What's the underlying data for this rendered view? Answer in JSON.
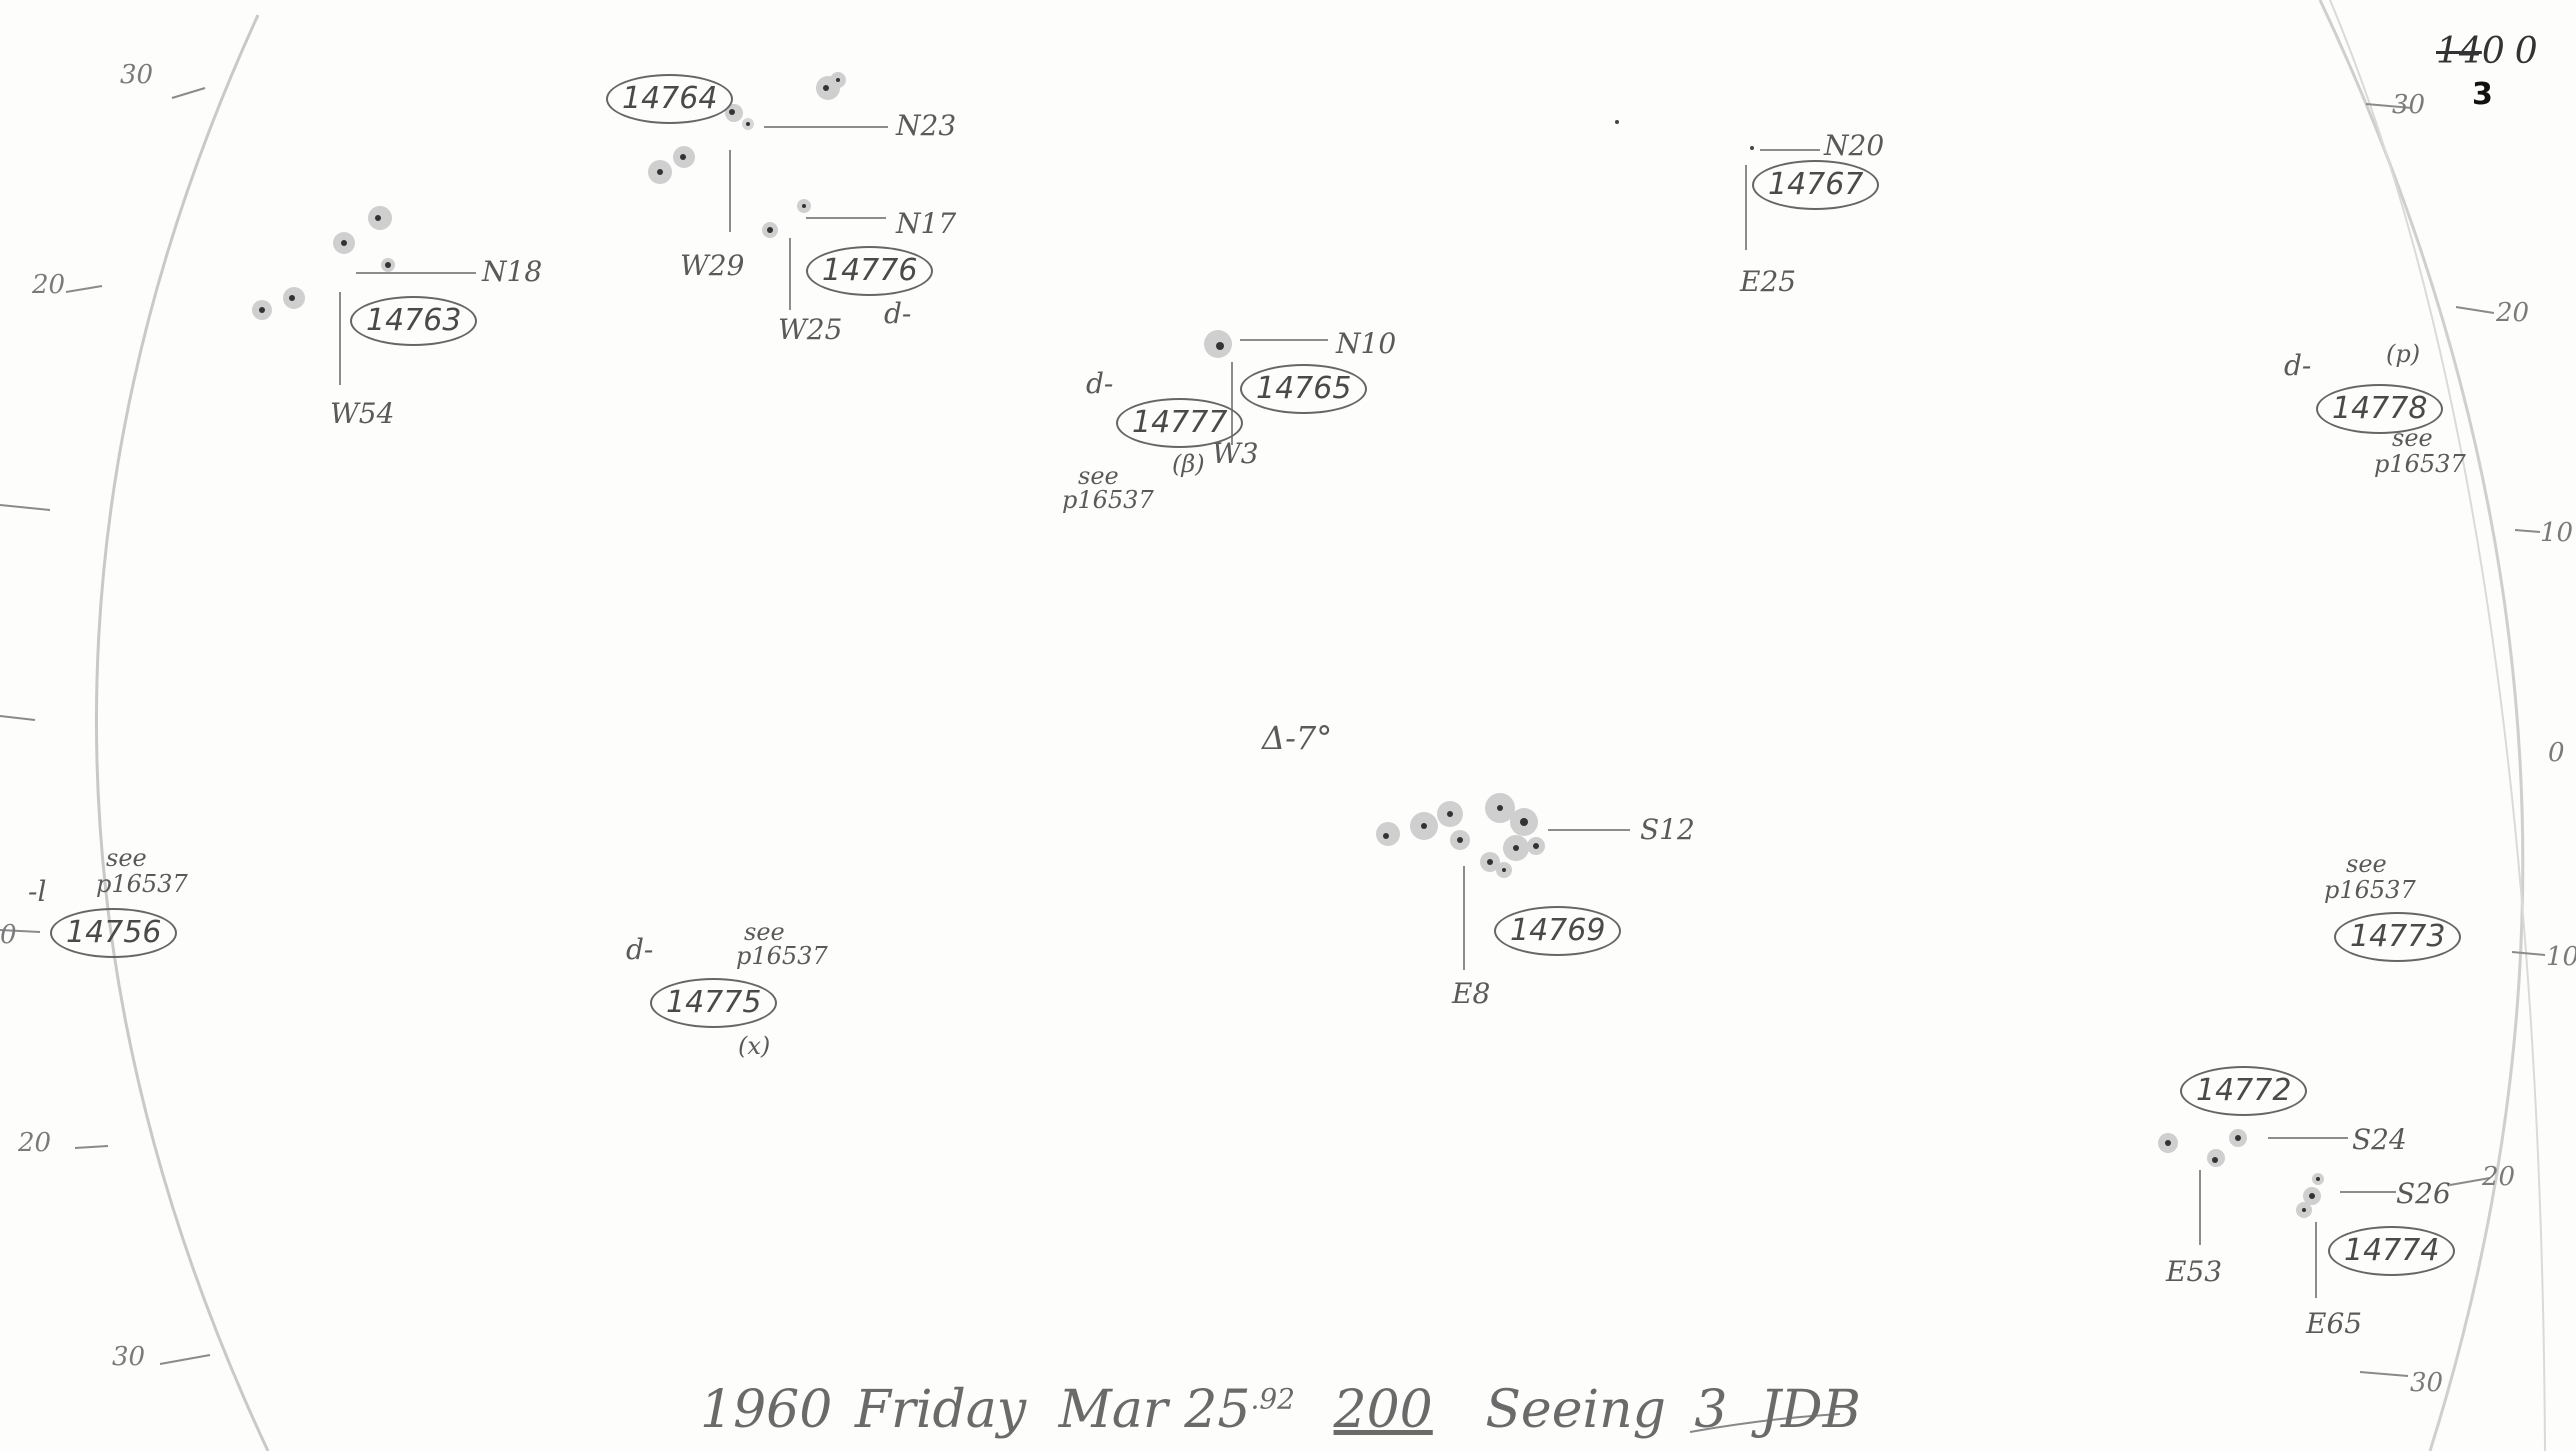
{
  "plate_number": {
    "crossed": "14",
    "main": "00",
    "sub": "3"
  },
  "limb_ticks_left": [
    "30",
    "20",
    "0",
    "20",
    "30"
  ],
  "limb_ticks_right": [
    "30",
    "20",
    "10",
    "0",
    "10",
    "20",
    "30"
  ],
  "regions": [
    {
      "id": "14764",
      "coords": [
        "N23",
        "W29"
      ]
    },
    {
      "id": "14776",
      "coords": [
        "N17",
        "W25"
      ],
      "note": "d-"
    },
    {
      "id": "14763",
      "coords": [
        "N18",
        "W54"
      ]
    },
    {
      "id": "14767",
      "coords": [
        "N20",
        "E25"
      ]
    },
    {
      "id": "14765",
      "coords": [
        "N10",
        "W3"
      ]
    },
    {
      "id": "14777",
      "note": "d-",
      "see": "see",
      "ref": "p16537",
      "class": "(β)"
    },
    {
      "id": "14778",
      "note": "d-",
      "see": "see",
      "ref": "p16537",
      "class": "(p)"
    },
    {
      "id": "14756",
      "note": "-l",
      "see": "see",
      "ref": "p16537"
    },
    {
      "id": "14775",
      "note": "d-",
      "see": "see",
      "ref": "p16537",
      "class": "(x)"
    },
    {
      "id": "14769",
      "coords": [
        "S12",
        "E8"
      ]
    },
    {
      "id": "14773",
      "see": "see",
      "ref": "p16537"
    },
    {
      "id": "14772",
      "coords": [
        "S24",
        "E53"
      ]
    },
    {
      "id": "14774",
      "coords": [
        "S26",
        "E65"
      ]
    }
  ],
  "center_note": "Δ-7°",
  "footer": {
    "year": "1960",
    "day": "Friday",
    "date": "Mar 25",
    "fraction": ".92",
    "time": "200",
    "seeing_label": "Seeing",
    "seeing_value": "3",
    "observer": "JDB"
  }
}
